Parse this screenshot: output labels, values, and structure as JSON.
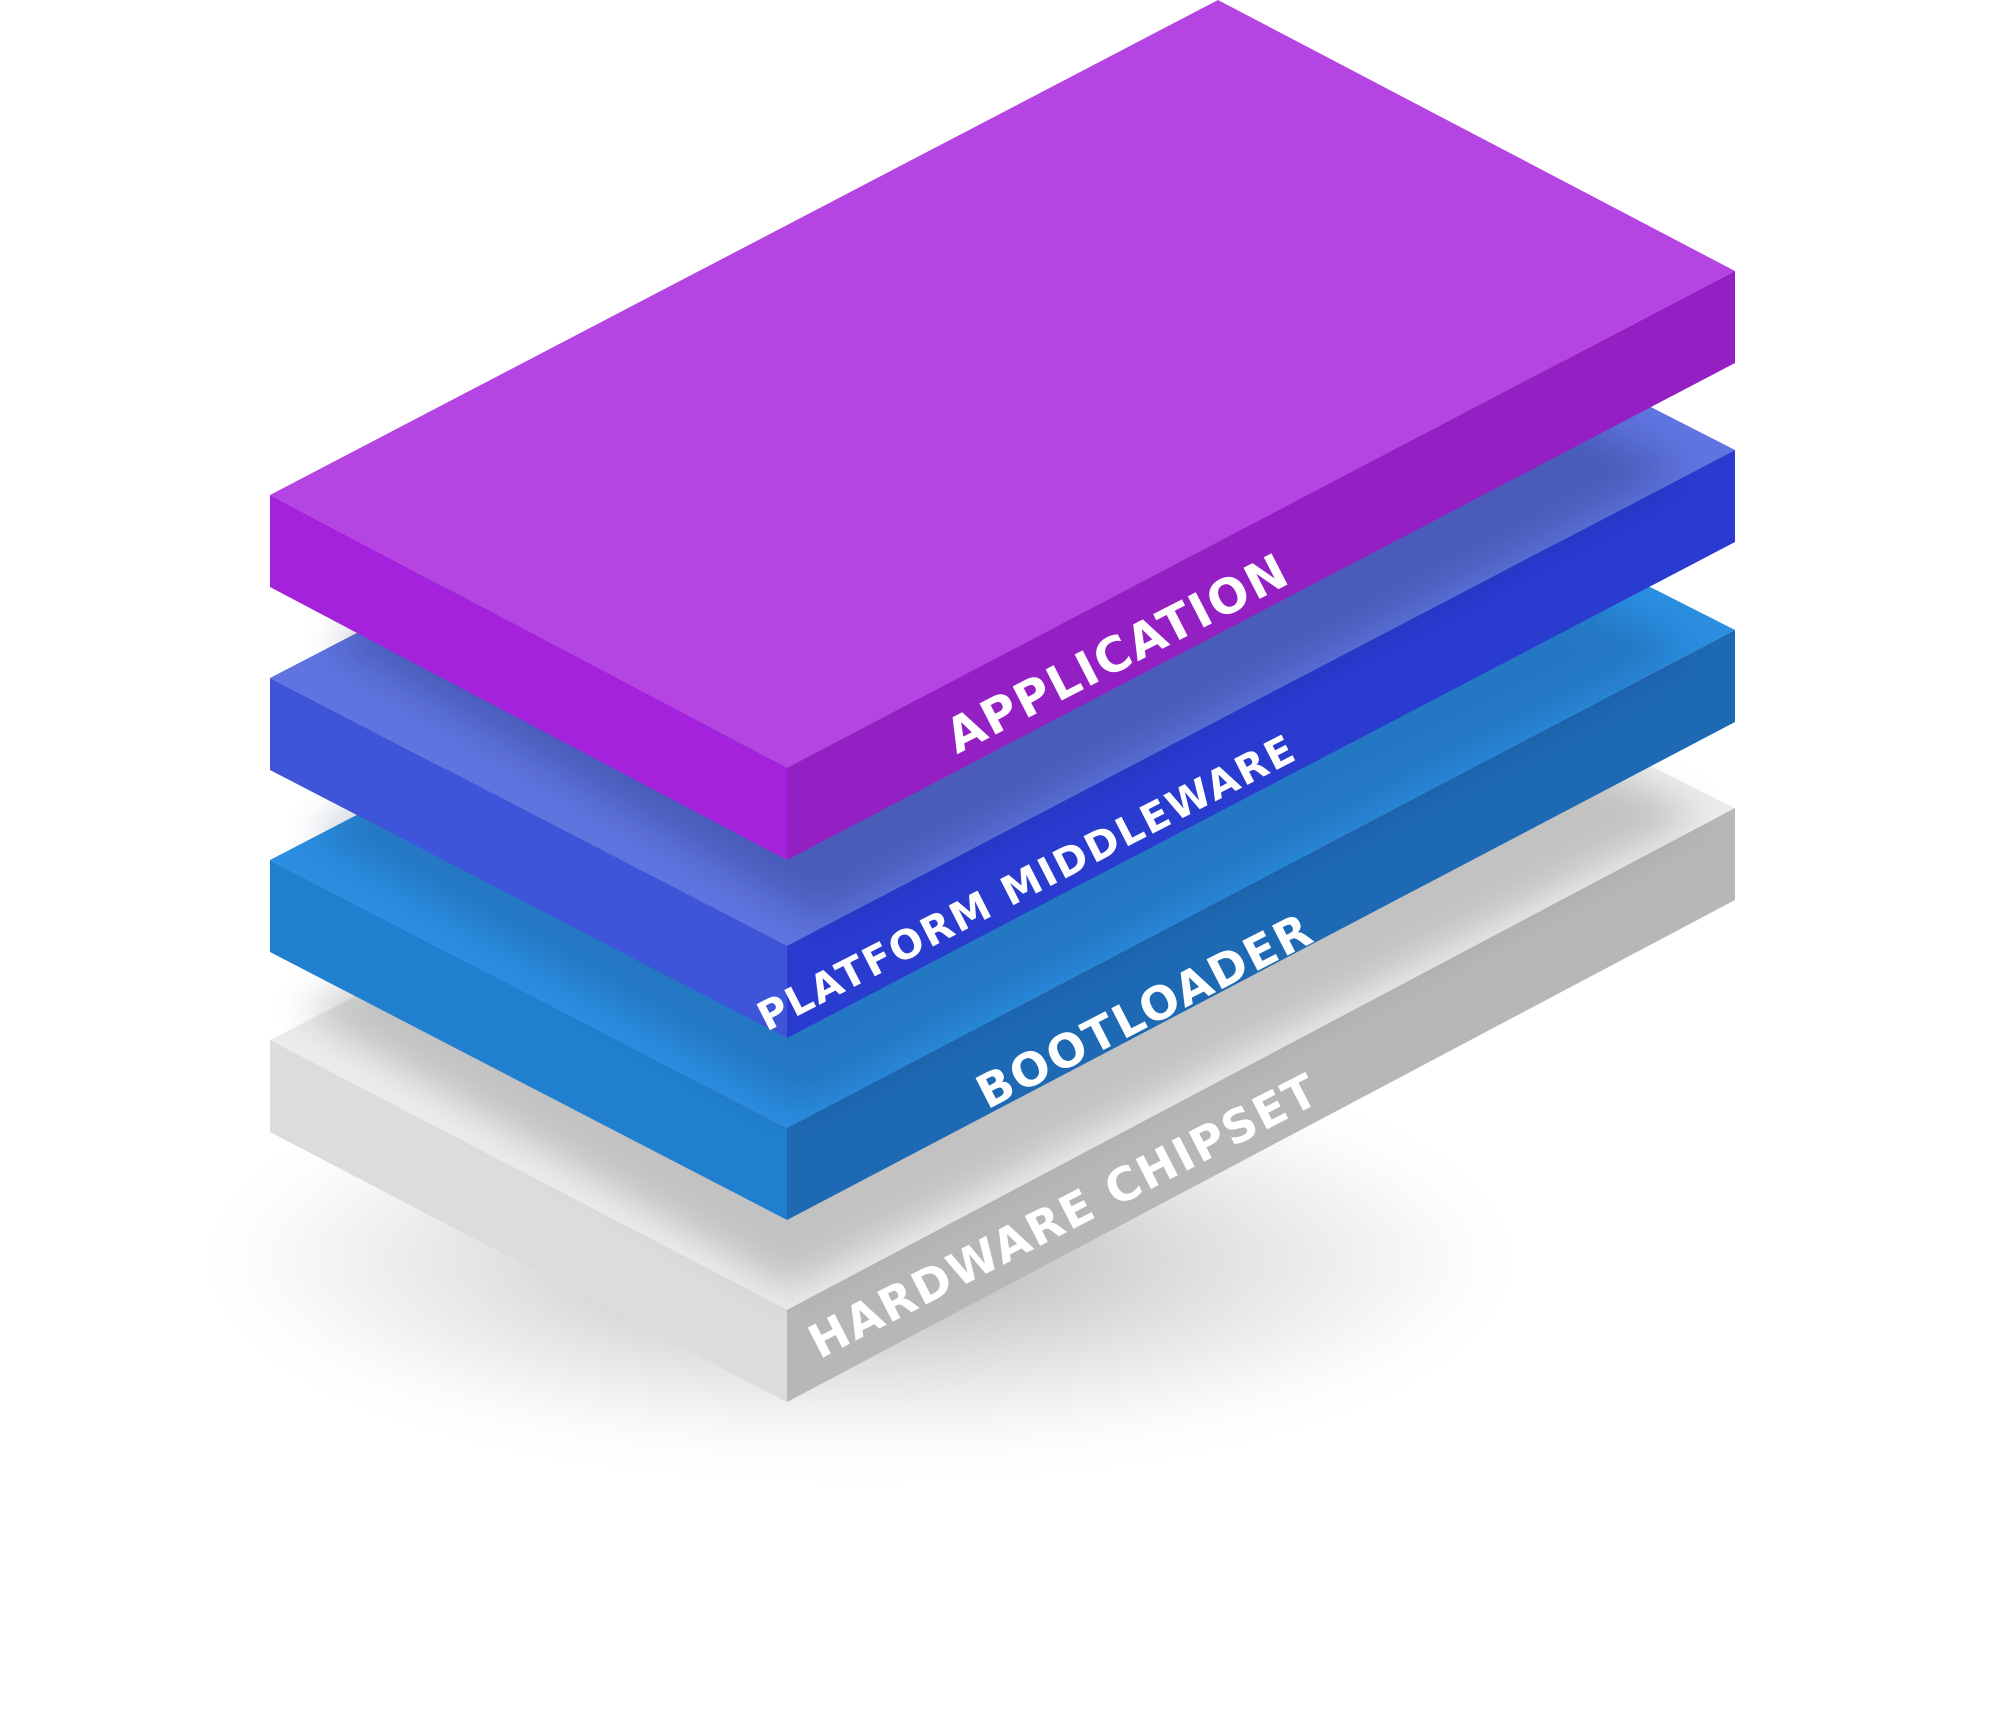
{
  "layers": [
    {
      "id": "hardware",
      "label": "HARDWARE CHIPSET",
      "top_color": "#ebecec",
      "left_color": "#dcdcdd",
      "right_color": "#b6b7b8",
      "label_color": "#ffffff"
    },
    {
      "id": "bootloader",
      "label": "BOOTLOADER",
      "top_color": "#2b8ee0",
      "left_color": "#217fd0",
      "right_color": "#1e69b4",
      "label_color": "#ffffff"
    },
    {
      "id": "middleware",
      "label": "PLATFORM MIDDLEWARE",
      "top_color": "#5f74de",
      "left_color": "#3f55d9",
      "right_color": "#2a3bd0",
      "label_color": "#ffffff"
    },
    {
      "id": "application",
      "label": "APPLICATION",
      "top_color": "#b545e2",
      "left_color": "#a522dd",
      "right_color": "#9420c3",
      "label_color": "#ffffff"
    }
  ]
}
